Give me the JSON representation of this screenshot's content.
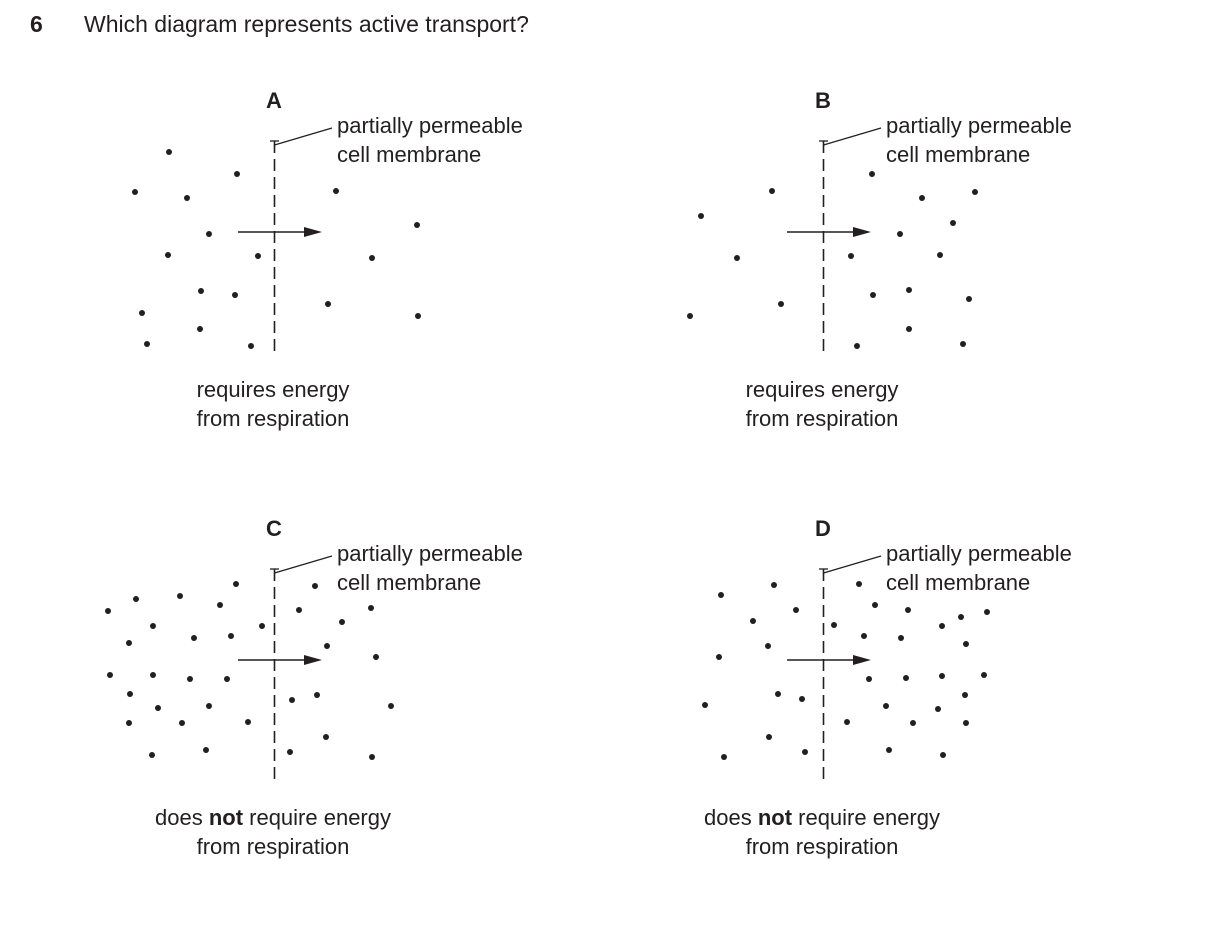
{
  "question": {
    "number": "6",
    "text": "Which diagram represents active transport?"
  },
  "membrane_label_line1": "partially permeable",
  "membrane_label_line2": "cell membrane",
  "panels": [
    {
      "letter": "A",
      "caption_pre": "",
      "caption_bold": "",
      "caption_post": "requires energy",
      "caption_line2": "from respiration"
    },
    {
      "letter": "B",
      "caption_pre": "",
      "caption_bold": "",
      "caption_post": "requires energy",
      "caption_line2": "from respiration"
    },
    {
      "letter": "C",
      "caption_pre": "does ",
      "caption_bold": "not",
      "caption_post": " require energy",
      "caption_line2": "from respiration"
    },
    {
      "letter": "D",
      "caption_pre": "does ",
      "caption_bold": "not",
      "caption_post": " require energy",
      "caption_line2": "from respiration"
    }
  ],
  "colors": {
    "ink": "#231f20"
  }
}
